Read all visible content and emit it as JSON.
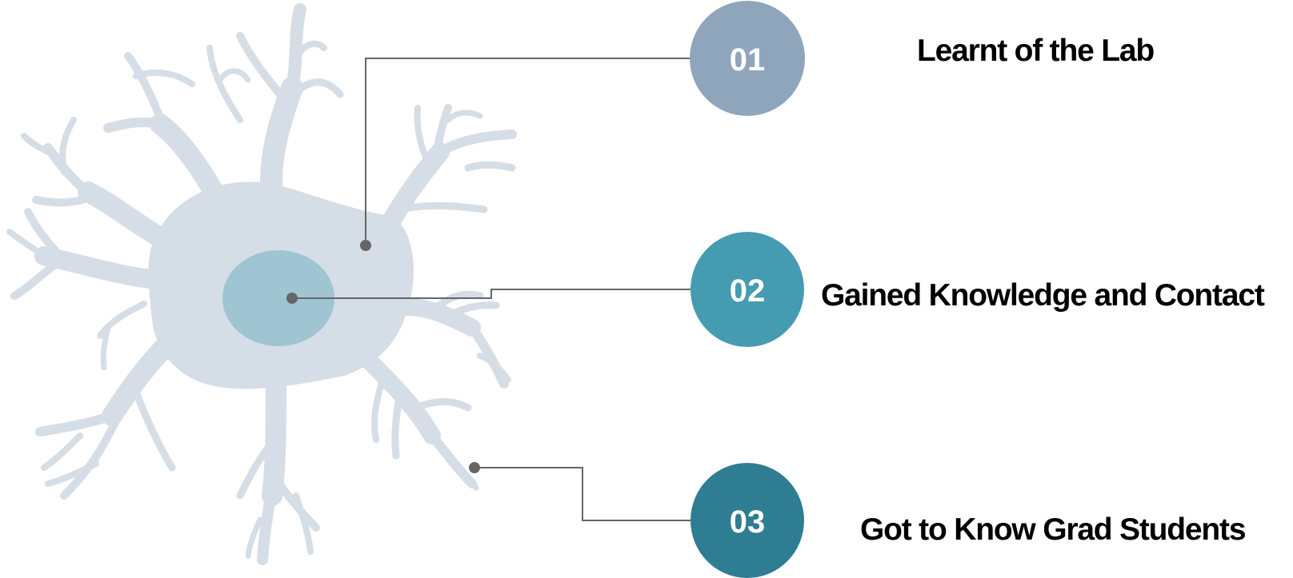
{
  "steps": [
    {
      "number": "01",
      "label": "Learnt of the Lab",
      "color": "#8fa5bb"
    },
    {
      "number": "02",
      "label": "Gained Knowledge and Contact",
      "color": "#459bb0"
    },
    {
      "number": "03",
      "label": "Got to Know Grad Students",
      "color": "#2e7d92"
    }
  ],
  "illustration": {
    "subject": "neuron",
    "body_color": "#d5dde6",
    "nucleus_color": "#9ec5d1",
    "connector_color": "#666666"
  }
}
